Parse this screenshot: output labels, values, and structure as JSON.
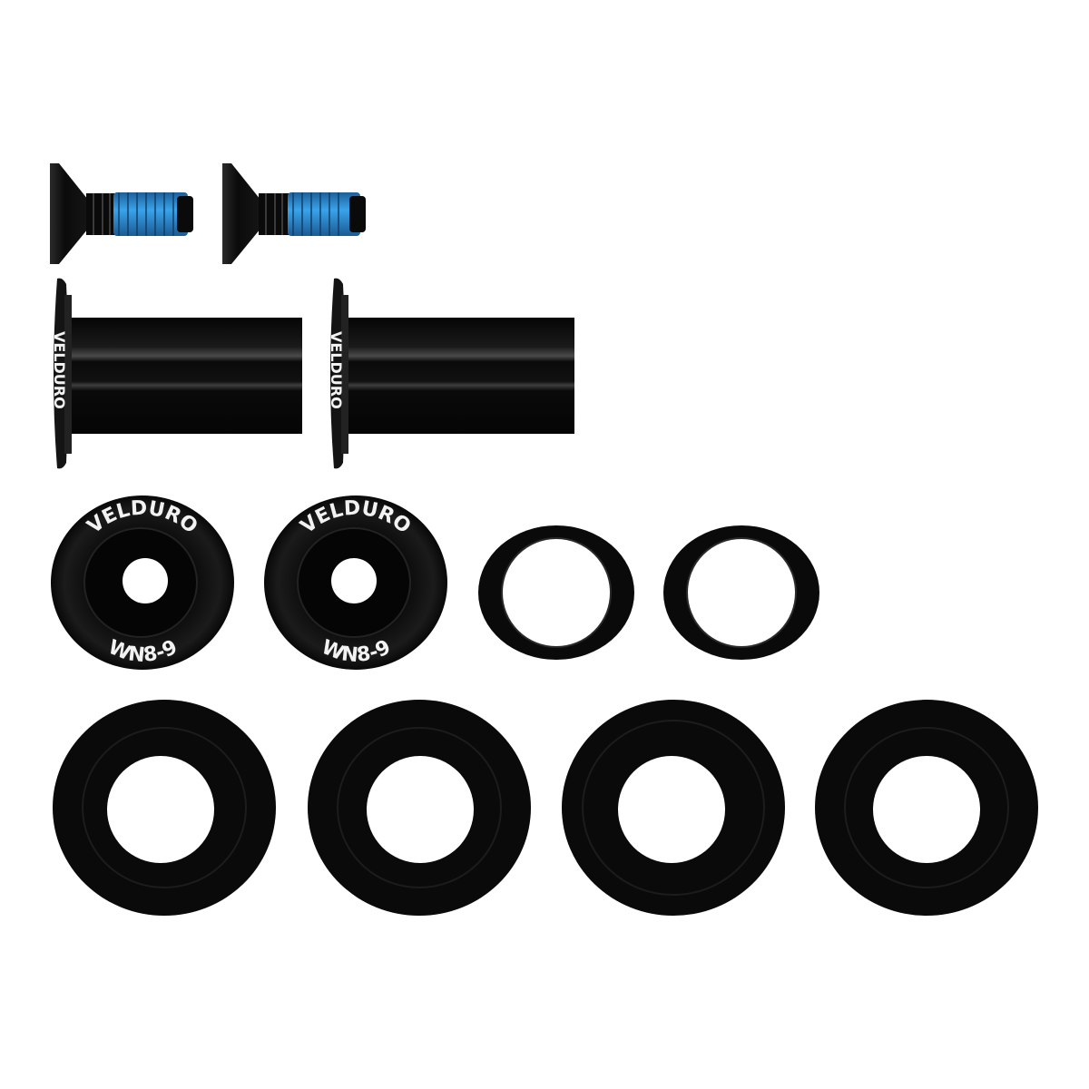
{
  "scene": {
    "description": "Product photo of black bicycle suspension pivot hardware kit on white background",
    "background": "#ffffff",
    "brand": "VELDURO",
    "part_code": "WN8-9",
    "colors": {
      "anodized_black": "#0a0a0a",
      "highlight": "#3a3a3a",
      "threadlocker_blue": "#2a8fd6",
      "engraving": "#f2f2f2"
    }
  },
  "parts": {
    "bolts": [
      {
        "label": "countersunk bolt 1"
      },
      {
        "label": "countersunk bolt 2"
      }
    ],
    "axles": [
      {
        "label": "pivot axle 1",
        "engraving": "VELDURO"
      },
      {
        "label": "pivot axle 2",
        "engraving": "VELDURO"
      }
    ],
    "cone_washers": [
      {
        "top_text": "VELDURO",
        "bottom_text": "WN8-9"
      },
      {
        "top_text": "VELDURO",
        "bottom_text": "WN8-9"
      }
    ],
    "small_rings": [
      {
        "label": "spacer ring 1"
      },
      {
        "label": "spacer ring 2"
      }
    ],
    "large_washers": [
      {
        "label": "washer 1"
      },
      {
        "label": "washer 2"
      },
      {
        "label": "washer 3"
      },
      {
        "label": "washer 4"
      }
    ]
  }
}
